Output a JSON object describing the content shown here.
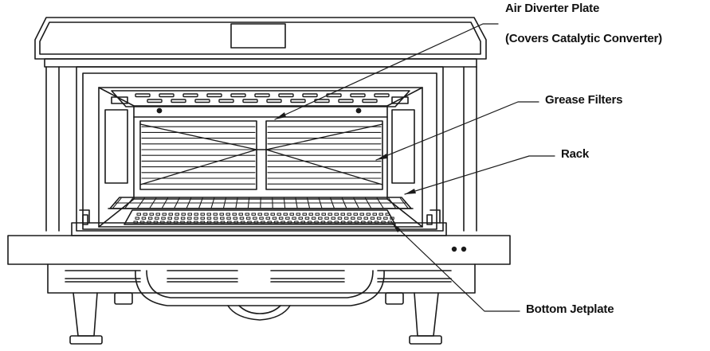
{
  "diagram": {
    "subject": "oven front view with door open",
    "colors": {
      "line": "#1a1a1a",
      "background": "#ffffff",
      "label": "#111111"
    }
  },
  "callouts": [
    {
      "id": "air-diverter",
      "lines": [
        "Air Diverter Plate",
        "(Covers Catalytic Converter)"
      ]
    },
    {
      "id": "grease-filters",
      "lines": [
        "Grease Filters"
      ]
    },
    {
      "id": "rack",
      "lines": [
        "Rack"
      ]
    },
    {
      "id": "bottom-jetplate",
      "lines": [
        "Bottom Jetplate"
      ]
    }
  ]
}
